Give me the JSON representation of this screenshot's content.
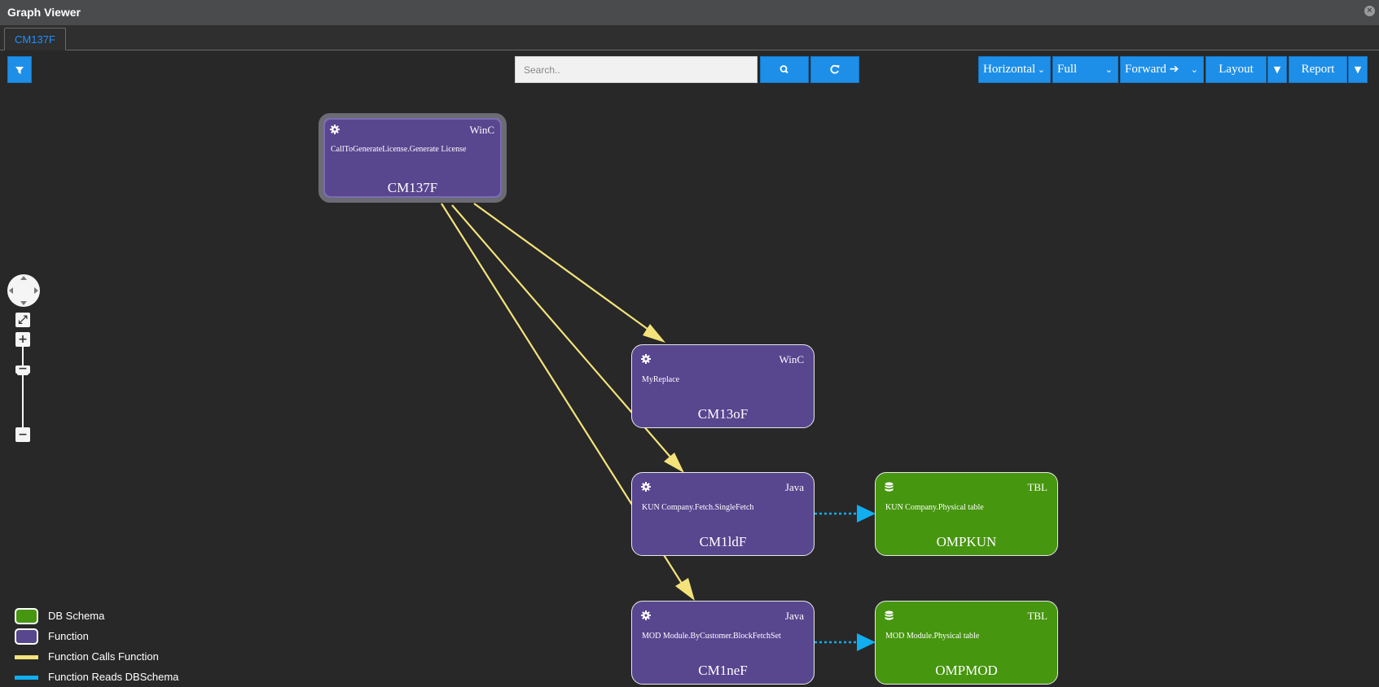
{
  "window": {
    "title": "Graph Viewer",
    "close_icon": "close-circle-icon"
  },
  "tabs": [
    {
      "label": "CM137F",
      "active": true
    }
  ],
  "toolbar": {
    "filter_icon": "filter-icon",
    "search_placeholder": "Search..",
    "search_value": "",
    "search_icon": "search-icon",
    "refresh_icon": "refresh-icon",
    "orientation": "Horizontal",
    "depth": "Full",
    "direction": "Forward",
    "direction_icon": "arrow-right-icon",
    "layout_label": "Layout",
    "report_label": "Report",
    "accent_color": "#1e8fe8"
  },
  "nodes": [
    {
      "id": "CM137F",
      "type": "WinC",
      "label": "CallToGenerateLicense.Generate License",
      "kind": "function",
      "icon": "gear-icon",
      "selected": true
    },
    {
      "id": "CM13oF",
      "type": "WinC",
      "label": "MyReplace",
      "kind": "function",
      "icon": "gear-icon"
    },
    {
      "id": "CM1ldF",
      "type": "Java",
      "label": "KUN Company.Fetch.SingleFetch",
      "kind": "function",
      "icon": "gear-icon"
    },
    {
      "id": "CM1neF",
      "type": "Java",
      "label": "MOD Module.ByCustomer.BlockFetchSet",
      "kind": "function",
      "icon": "gear-icon"
    },
    {
      "id": "OMPKUN",
      "type": "TBL",
      "label": "KUN Company.Physical table",
      "kind": "db",
      "icon": "database-icon"
    },
    {
      "id": "OMPMOD",
      "type": "TBL",
      "label": "MOD Module.Physical table",
      "kind": "db",
      "icon": "database-icon"
    }
  ],
  "edges": [
    {
      "from": "CM137F",
      "to": "CM13oF",
      "kind": "calls"
    },
    {
      "from": "CM137F",
      "to": "CM1ldF",
      "kind": "calls"
    },
    {
      "from": "CM137F",
      "to": "CM1neF",
      "kind": "calls"
    },
    {
      "from": "CM1ldF",
      "to": "OMPKUN",
      "kind": "reads"
    },
    {
      "from": "CM1neF",
      "to": "OMPMOD",
      "kind": "reads"
    }
  ],
  "zoom_controls": {
    "pan_icon": "pan-navigator-icon",
    "fit_icon": "fit-screen-icon",
    "zoom_in_icon": "plus-icon",
    "zoom_out_icon": "minus-icon",
    "zoom_level": 0.7
  },
  "legend": [
    {
      "label": "DB Schema",
      "kind": "swatch",
      "color": "#46960f"
    },
    {
      "label": "Function",
      "kind": "swatch",
      "color": "#58468f"
    },
    {
      "label": "Function Calls Function",
      "kind": "line",
      "color": "#f3e37a"
    },
    {
      "label": "Function Reads DBSchema",
      "kind": "line",
      "color": "#11aef0"
    }
  ]
}
